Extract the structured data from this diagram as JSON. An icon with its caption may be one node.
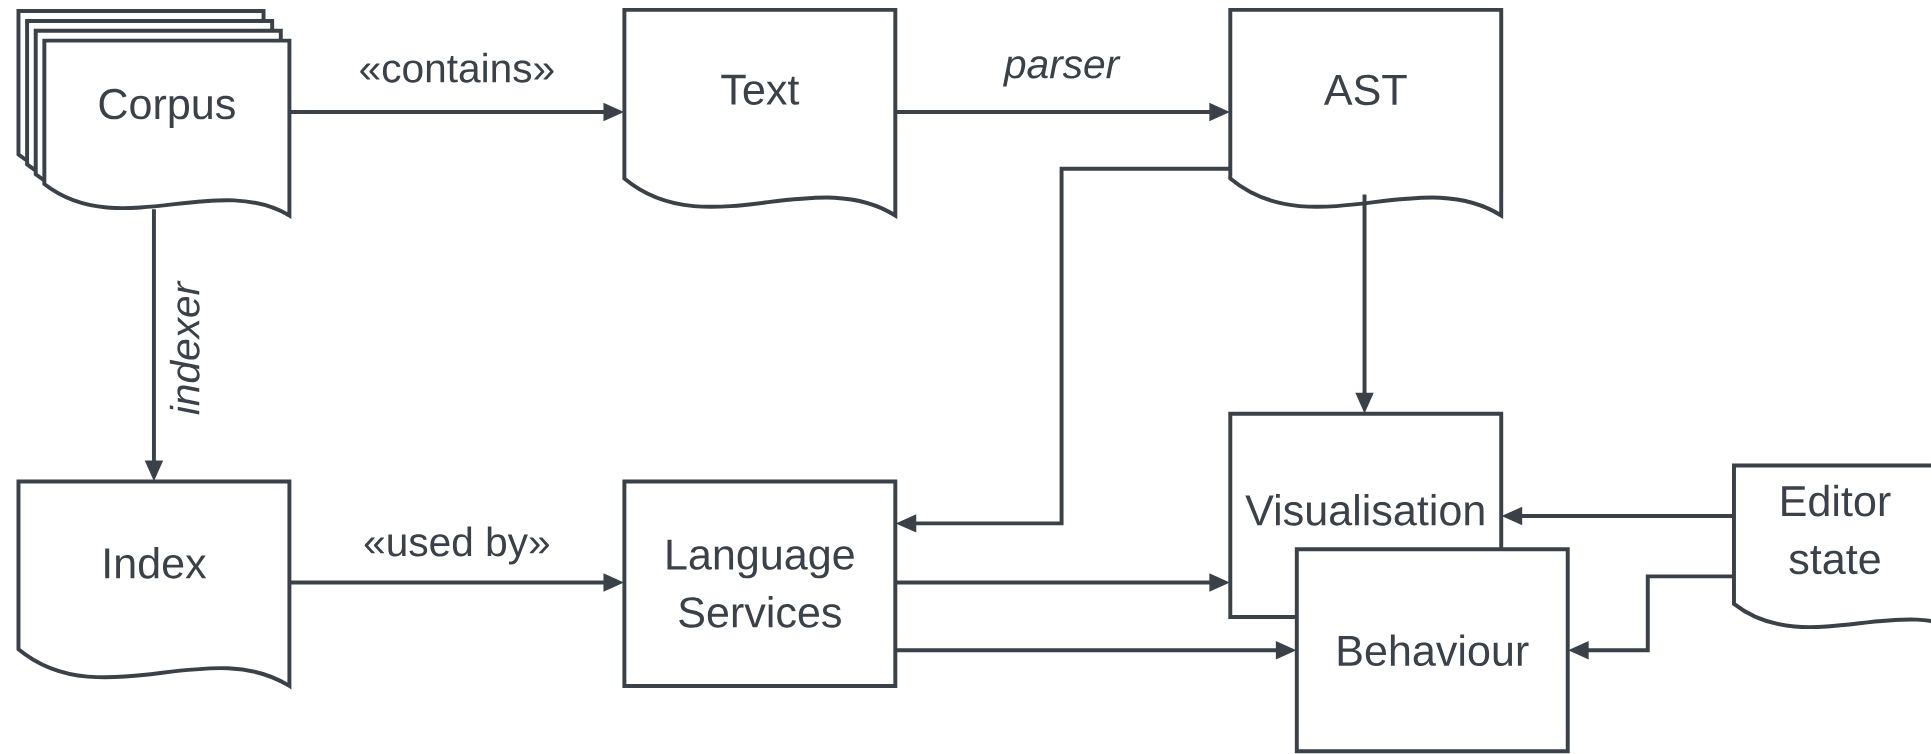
{
  "diagram": {
    "nodes": [
      {
        "text": [
          "Corpus"
        ]
      },
      {
        "text": [
          "Text"
        ]
      },
      {
        "text": [
          "AST"
        ]
      },
      {
        "text": [
          "Index"
        ]
      },
      {
        "text": [
          "Language Services"
        ]
      },
      {
        "text": [
          "Visualisation"
        ]
      },
      {
        "text": [
          "Behaviour"
        ]
      },
      {
        "text": [
          "Editor state"
        ]
      }
    ],
    "edges": [
      {
        "from": 0,
        "to": 1,
        "arrow": "to",
        "label": "«contains»"
      },
      {
        "from": 1,
        "to": 2,
        "arrow": "to",
        "label": "parser"
      },
      {
        "from": 0,
        "to": 3,
        "arrow": "to",
        "label": "indexer"
      },
      {
        "from": 3,
        "to": 4,
        "arrow": "to",
        "label": "«used by»"
      },
      {
        "from": 2,
        "to": 4,
        "arrow": "to"
      },
      {
        "from": 2,
        "to": 5,
        "arrow": "to"
      },
      {
        "from": 4,
        "to": 5,
        "arrow": "to"
      },
      {
        "from": 4,
        "to": 6,
        "arrow": "to"
      },
      {
        "from": 7,
        "to": 5,
        "arrow": "to"
      },
      {
        "from": 7,
        "to": 6,
        "arrow": "to"
      }
    ]
  }
}
